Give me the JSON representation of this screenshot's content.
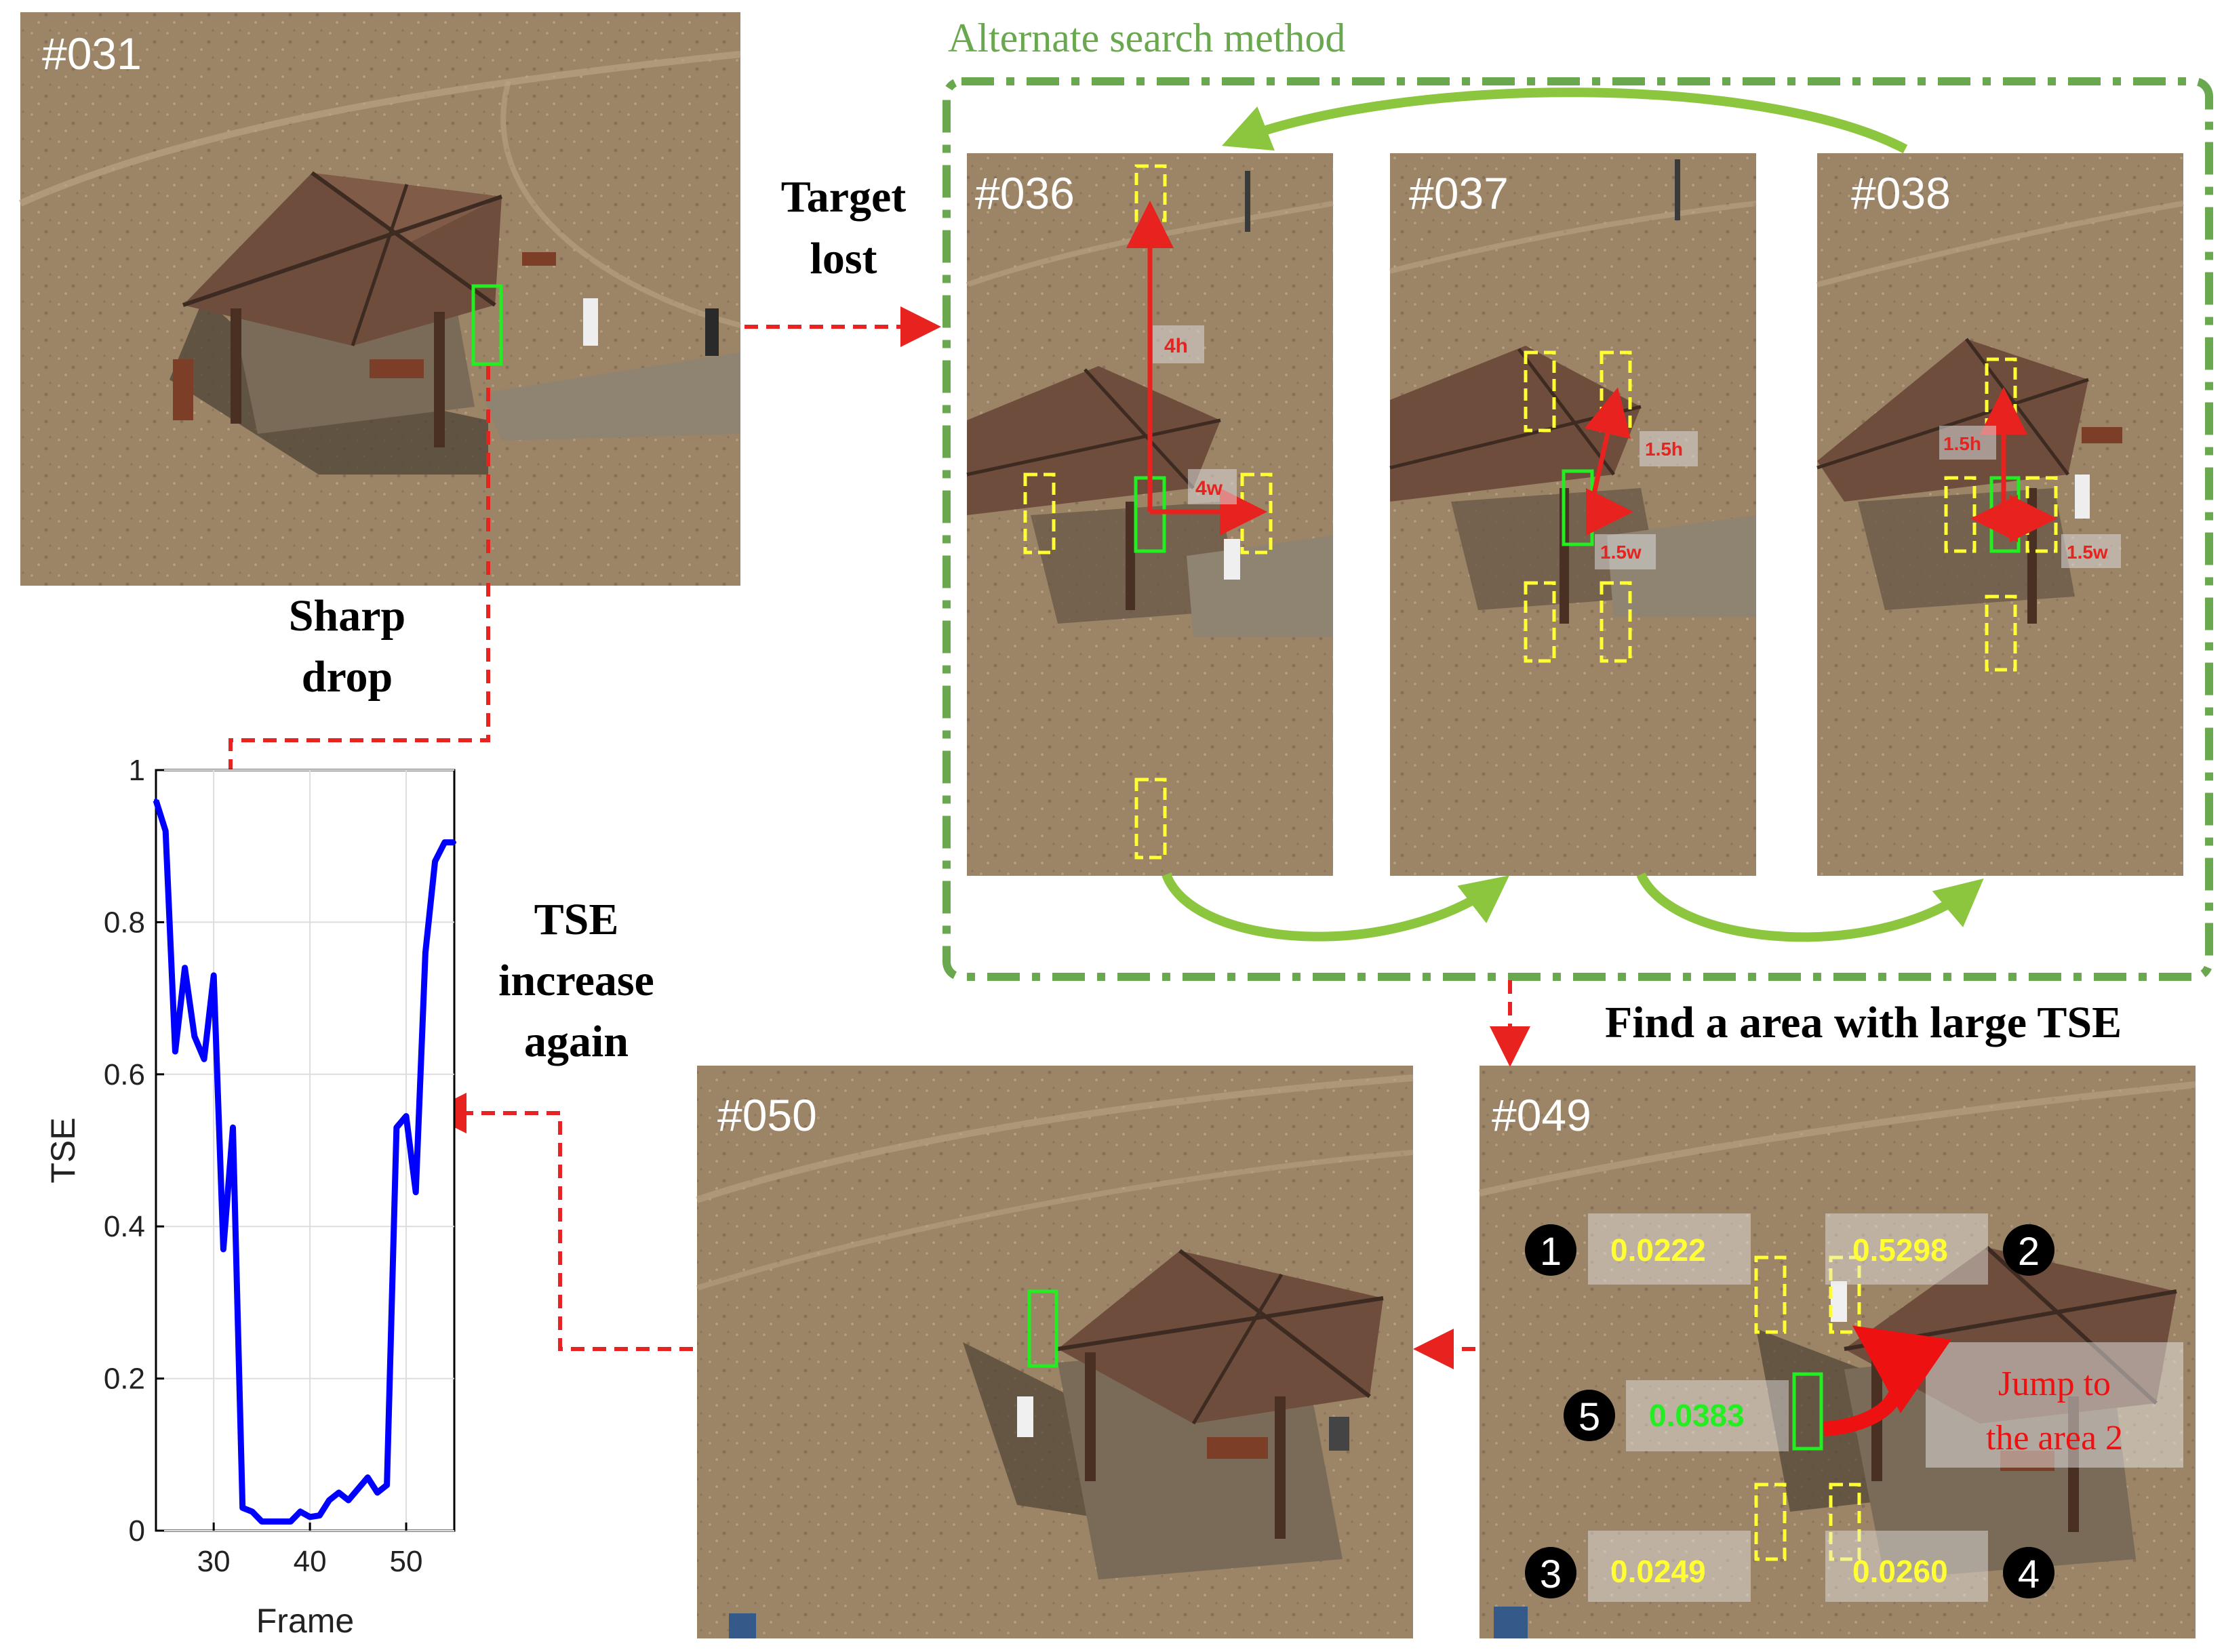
{
  "frames": {
    "f031": "#031",
    "f036": "#036",
    "f037": "#037",
    "f038": "#038",
    "f049": "#049",
    "f050": "#050"
  },
  "labels": {
    "alternate_search": "Alternate search method",
    "target_lost_1": "Target",
    "target_lost_2": "lost",
    "sharp_drop_1": "Sharp",
    "sharp_drop_2": "drop",
    "tse_again_1": "TSE",
    "tse_again_2": "increase",
    "tse_again_3": "again",
    "find_area": "Find a area with large TSE",
    "jump_1": "Jump  to",
    "jump_2": "the area 2"
  },
  "search_offsets": {
    "f036_h": "4h",
    "f036_w": "4w",
    "f037_h": "1.5h",
    "f037_w": "1.5w",
    "f038_h": "1.5h",
    "f038_w": "1.5w"
  },
  "areas": [
    {
      "num": "1",
      "score": "0.0222"
    },
    {
      "num": "2",
      "score": "0.5298"
    },
    {
      "num": "3",
      "score": "0.0249"
    },
    {
      "num": "4",
      "score": "0.0260"
    },
    {
      "num": "5",
      "score": "0.0383"
    }
  ],
  "colors": {
    "sand": "#9c8467",
    "sand_dark": "#7e6a52",
    "roof": "#6e4d3c",
    "green_dash": "#6aa84f",
    "arrow_green": "#8cc63f",
    "red": "#e8231f",
    "yellow": "#ffff33",
    "box_green": "#22ee22",
    "line_blue": "#0000ff"
  },
  "chart_data": {
    "type": "line",
    "xlabel": "Frame",
    "ylabel": "TSE",
    "xlim": [
      24,
      55
    ],
    "ylim": [
      0,
      1
    ],
    "xticks": [
      30,
      40,
      50
    ],
    "yticks": [
      0,
      0.2,
      0.4,
      0.6,
      0.8,
      1
    ],
    "grid": true,
    "series": [
      {
        "x": [
          24,
          25,
          26,
          27,
          28,
          29,
          30,
          31,
          32,
          33,
          34,
          35,
          36,
          37,
          38,
          39,
          40,
          41,
          42,
          43,
          44,
          45,
          46,
          47,
          48,
          49,
          50,
          51,
          52,
          53,
          54,
          55
        ],
        "y": [
          0.96,
          0.92,
          0.63,
          0.74,
          0.65,
          0.62,
          0.73,
          0.37,
          0.53,
          0.03,
          0.025,
          0.012,
          0.012,
          0.012,
          0.012,
          0.025,
          0.018,
          0.02,
          0.04,
          0.05,
          0.04,
          0.055,
          0.07,
          0.05,
          0.06,
          0.53,
          0.545,
          0.445,
          0.76,
          0.88,
          0.905,
          0.905
        ]
      }
    ]
  }
}
